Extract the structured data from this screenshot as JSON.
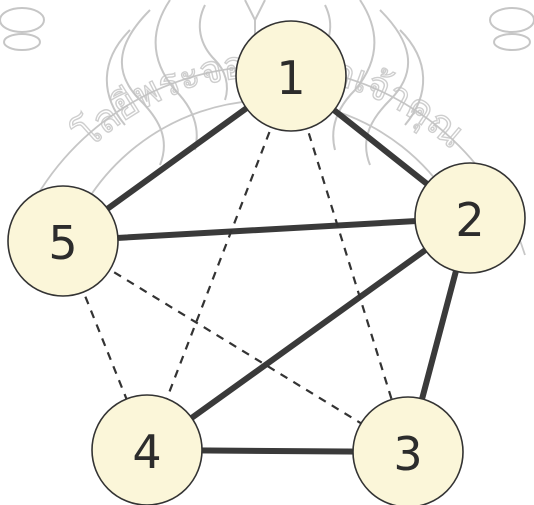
{
  "colors": {
    "node_fill": "#fbf6d9",
    "node_stroke": "#333333",
    "solid_edge": "#3a3a3a",
    "dashed_edge": "#333333",
    "watermark": "#b8b8b8"
  },
  "watermark": {
    "arc_text": "โลยีพระจอมเกล้าเจ้าคุณ",
    "kind": "seal"
  },
  "nodes": [
    {
      "id": "1",
      "label": "1"
    },
    {
      "id": "2",
      "label": "2"
    },
    {
      "id": "3",
      "label": "3"
    },
    {
      "id": "4",
      "label": "4"
    },
    {
      "id": "5",
      "label": "5"
    }
  ],
  "edges": [
    {
      "from": "1",
      "to": "2",
      "style": "solid"
    },
    {
      "from": "1",
      "to": "5",
      "style": "solid"
    },
    {
      "from": "2",
      "to": "5",
      "style": "solid"
    },
    {
      "from": "2",
      "to": "4",
      "style": "solid"
    },
    {
      "from": "2",
      "to": "3",
      "style": "solid"
    },
    {
      "from": "3",
      "to": "4",
      "style": "solid"
    },
    {
      "from": "1",
      "to": "4",
      "style": "dashed"
    },
    {
      "from": "1",
      "to": "3",
      "style": "dashed"
    },
    {
      "from": "5",
      "to": "4",
      "style": "dashed"
    },
    {
      "from": "5",
      "to": "3",
      "style": "dashed"
    }
  ]
}
